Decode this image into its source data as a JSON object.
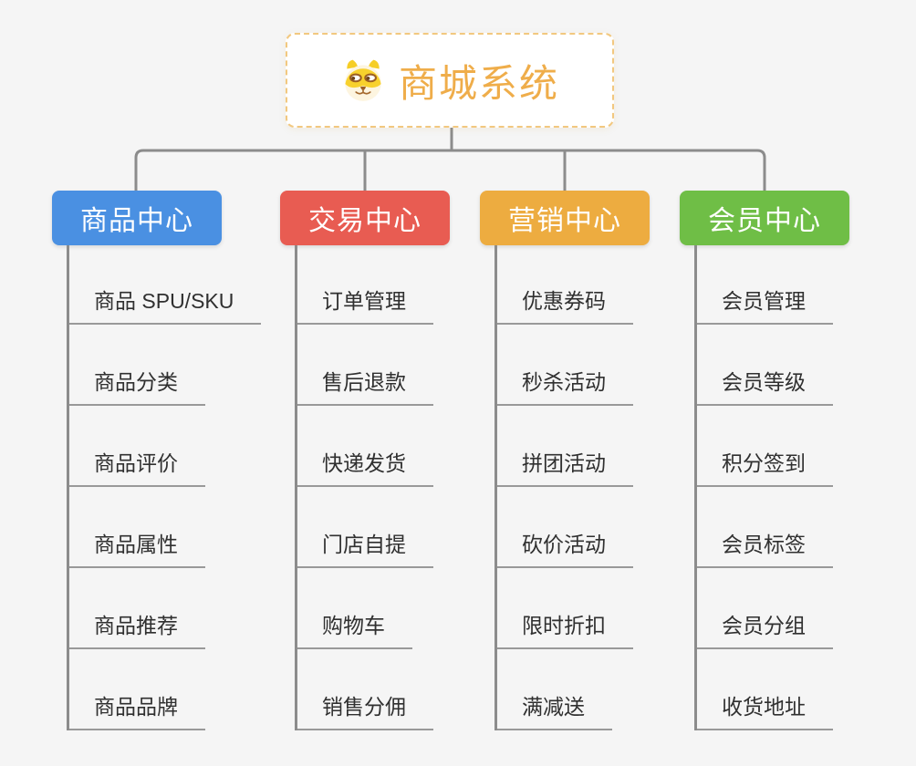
{
  "root": {
    "label": "商城系统",
    "icon": "doge-face-icon",
    "text_color": "#efad4a",
    "border_color": "#f2c87f"
  },
  "connector_color": "#8c8c8c",
  "branches": [
    {
      "label": "商品中心",
      "color": "#4a90e2",
      "items": [
        "商品 SPU/SKU",
        "商品分类",
        "商品评价",
        "商品属性",
        "商品推荐",
        "商品品牌"
      ]
    },
    {
      "label": "交易中心",
      "color": "#e85c52",
      "items": [
        "订单管理",
        "售后退款",
        "快递发货",
        "门店自提",
        "购物车",
        "销售分佣"
      ]
    },
    {
      "label": "营销中心",
      "color": "#edac40",
      "items": [
        "优惠券码",
        "秒杀活动",
        "拼团活动",
        "砍价活动",
        "限时折扣",
        "满减送"
      ]
    },
    {
      "label": "会员中心",
      "color": "#6fbe46",
      "items": [
        "会员管理",
        "会员等级",
        "积分签到",
        "会员标签",
        "会员分组",
        "收货地址"
      ]
    }
  ]
}
